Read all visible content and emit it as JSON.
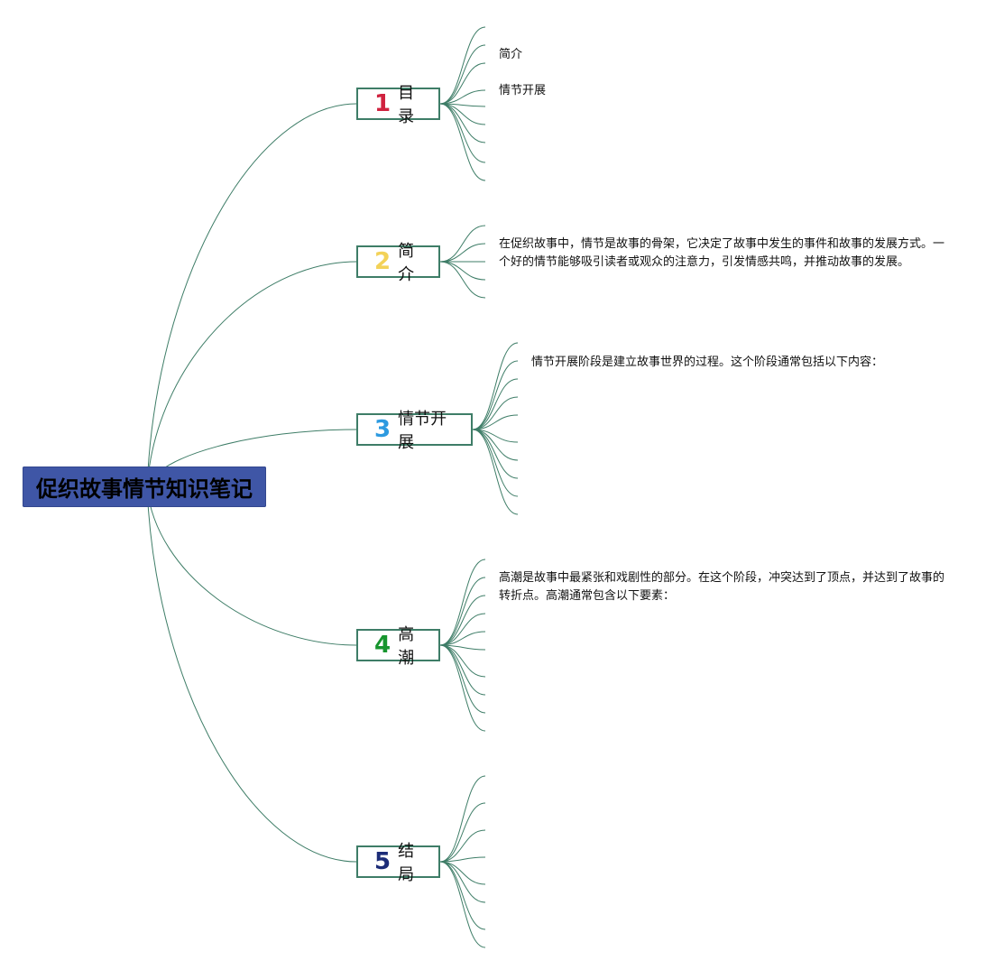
{
  "root": {
    "title": "促织故事情节知识笔记"
  },
  "branches": [
    {
      "num": "1",
      "label": "目录",
      "num_color": "#d0223f"
    },
    {
      "num": "2",
      "label": "简介",
      "num_color": "#f3d258"
    },
    {
      "num": "3",
      "label": "情节开展",
      "num_color": "#2d9ae0"
    },
    {
      "num": "4",
      "label": "高潮",
      "num_color": "#17952e"
    },
    {
      "num": "5",
      "label": "结局",
      "num_color": "#1c2c78"
    }
  ],
  "toc": {
    "items": [
      "简介",
      "情节开展"
    ]
  },
  "intro": {
    "text": "在促织故事中，情节是故事的骨架，它决定了故事中发生的事件和故事的发展方式。一个好的情节能够吸引读者或观众的注意力，引发情感共鸣，并推动故事的发展。"
  },
  "development": {
    "text": "情节开展阶段是建立故事世界的过程。这个阶段通常包括以下内容："
  },
  "climax": {
    "text": "高潮是故事中最紧张和戏剧性的部分。在这个阶段，冲突达到了顶点，并达到了故事的转折点。高潮通常包含以下要素："
  },
  "colors": {
    "line": "#3e7d67",
    "root_bg": "#3f56a6"
  }
}
